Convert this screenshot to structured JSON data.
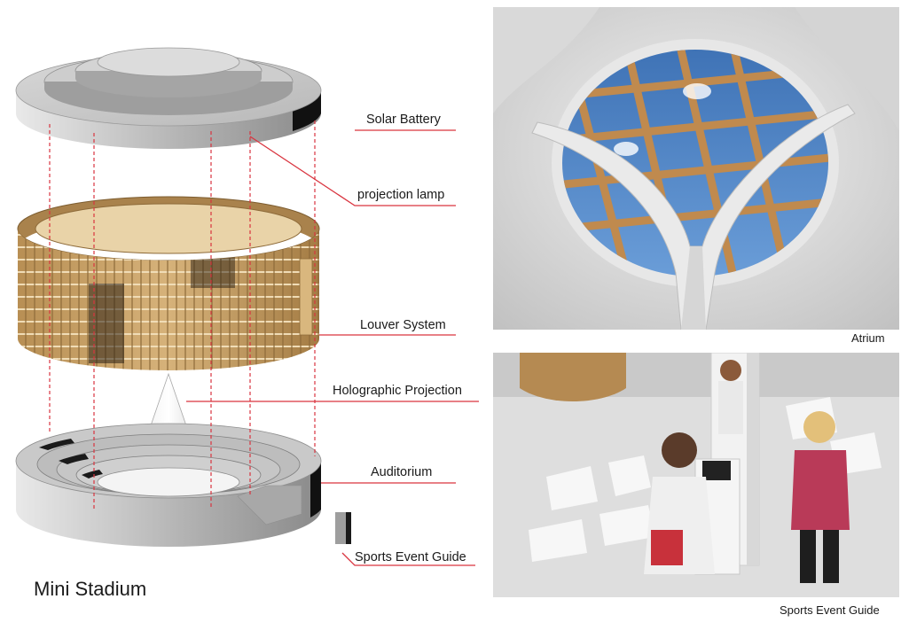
{
  "title": "Mini Stadium",
  "labels": {
    "solar_battery": "Solar Battery",
    "projection_lamp": "projection lamp",
    "louver_system": "Louver System",
    "holographic_projection": "Holographic Projection",
    "auditorium": "Auditorium",
    "sports_event_guide": "Sports Event Guide"
  },
  "captions": {
    "atrium": "Atrium",
    "sports_event_guide": "Sports Event Guide"
  },
  "colors": {
    "leader_red": "#d9343f",
    "wood": "#c9a26b",
    "concrete": "#cfcfcf",
    "sky": "#4f86c9"
  }
}
